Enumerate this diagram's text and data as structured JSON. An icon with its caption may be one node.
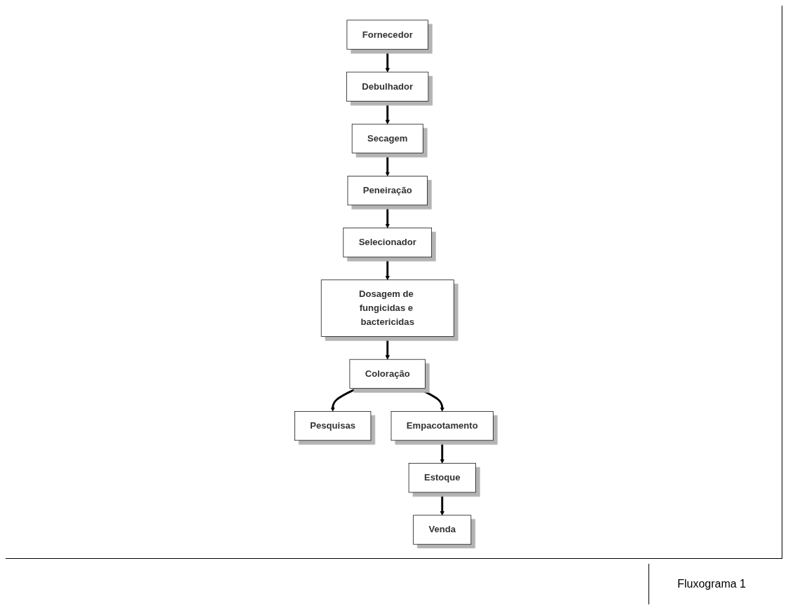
{
  "diagram": {
    "caption": "Fluxograma 1",
    "nodes": [
      {
        "text": [
          "Fornecedor"
        ]
      },
      {
        "text": [
          "Debulhador"
        ]
      },
      {
        "text": [
          "Secagem"
        ]
      },
      {
        "text": [
          "Peneiração"
        ]
      },
      {
        "text": [
          "Selecionador"
        ]
      },
      {
        "text": [
          "Dosagem de fungicidas e bactericidas"
        ]
      },
      {
        "text": [
          "Coloração"
        ]
      },
      {
        "text": [
          "Pesquisas"
        ]
      },
      {
        "text": [
          "Empacotamento"
        ]
      },
      {
        "text": [
          "Estoque"
        ]
      },
      {
        "text": [
          "Venda"
        ]
      }
    ],
    "edges": [
      {
        "from": 0,
        "to": 1,
        "arrow": "to"
      },
      {
        "from": 1,
        "to": 2,
        "arrow": "to"
      },
      {
        "from": 2,
        "to": 3,
        "arrow": "to"
      },
      {
        "from": 3,
        "to": 4,
        "arrow": "to"
      },
      {
        "from": 4,
        "to": 5,
        "arrow": "to"
      },
      {
        "from": 5,
        "to": 6,
        "arrow": "to"
      },
      {
        "from": 6,
        "to": 7,
        "arrow": "to"
      },
      {
        "from": 6,
        "to": 8,
        "arrow": "to"
      },
      {
        "from": 8,
        "to": 9,
        "arrow": "to"
      },
      {
        "from": 9,
        "to": 10,
        "arrow": "to"
      }
    ]
  }
}
